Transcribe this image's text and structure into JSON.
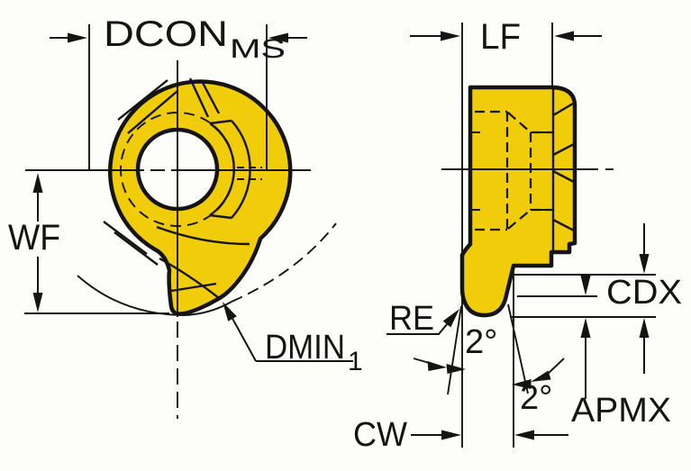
{
  "drawing": {
    "title": "insert-dimension-drawing",
    "colors": {
      "ink": "#141414",
      "insert_fill": "#f1cc08",
      "paper": "#fdfdf9"
    },
    "labels": {
      "dcon_main": "DCON",
      "dcon_sub": "MS",
      "lf": "LF",
      "wf": "WF",
      "dmin_main": "DMIN",
      "dmin_sub": "1",
      "re": "RE",
      "angle_front": "2°",
      "angle_side": "2°",
      "cdx": "CDX",
      "apmx": "APMX",
      "cw": "CW"
    }
  }
}
